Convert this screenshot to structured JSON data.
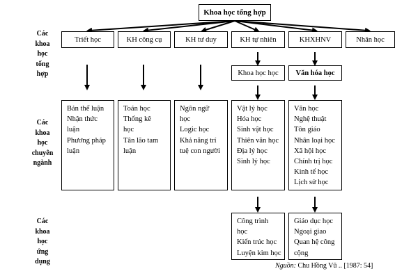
{
  "title": "Khoa học tổng hợp",
  "rows": {
    "general": [
      "Các",
      "khoa",
      "học",
      "tổng",
      "hợp"
    ],
    "specialized": [
      "Các",
      "khoa",
      "học",
      "chuyên",
      "ngành"
    ],
    "applied": [
      "Các",
      "khoa",
      "học",
      "ứng",
      "dụng"
    ]
  },
  "categories": [
    "Triết học",
    "KH công cụ",
    "KH tư duy",
    "KH tự nhiên",
    "KHXHNV",
    "Nhân học"
  ],
  "sub_categories": [
    "Khoa học học",
    "Văn hóa học"
  ],
  "specialized": {
    "philosophy": [
      "Bản thể luận",
      "Nhận   thức",
      "luận",
      "Phương pháp",
      "luận"
    ],
    "tools": [
      "Toán học",
      "Thống  kê",
      "học",
      "Tân lão tam",
      "luận"
    ],
    "thinking": [
      "Ngôn    ngữ",
      "học",
      "Logic học",
      "Khả năng trí",
      "tuệ con người"
    ],
    "natural": [
      "Vật lý học",
      "Hóa học",
      "Sinh vật học",
      "Thiên văn học",
      "Địa lý học",
      "Sinh lý học"
    ],
    "social": [
      "Văn học",
      "Nghệ thuật",
      "Tôn giáo",
      "Nhân loại học",
      "Xã hội học",
      "Chính trị học",
      "Kinh tế học",
      "Lịch sử học"
    ]
  },
  "applied": {
    "natural": [
      "Công   trình",
      "học",
      "Kiến trúc học",
      "Luyện kim học"
    ],
    "social": [
      "Giáo dục học",
      "Ngoại giao",
      "Quan hệ công",
      "cộng"
    ]
  },
  "source": {
    "label": "Nguồn:",
    "text": "Chu Hồng Vũ .. [1987: 54]"
  },
  "colors": {
    "line": "#000000",
    "background": "#ffffff"
  }
}
